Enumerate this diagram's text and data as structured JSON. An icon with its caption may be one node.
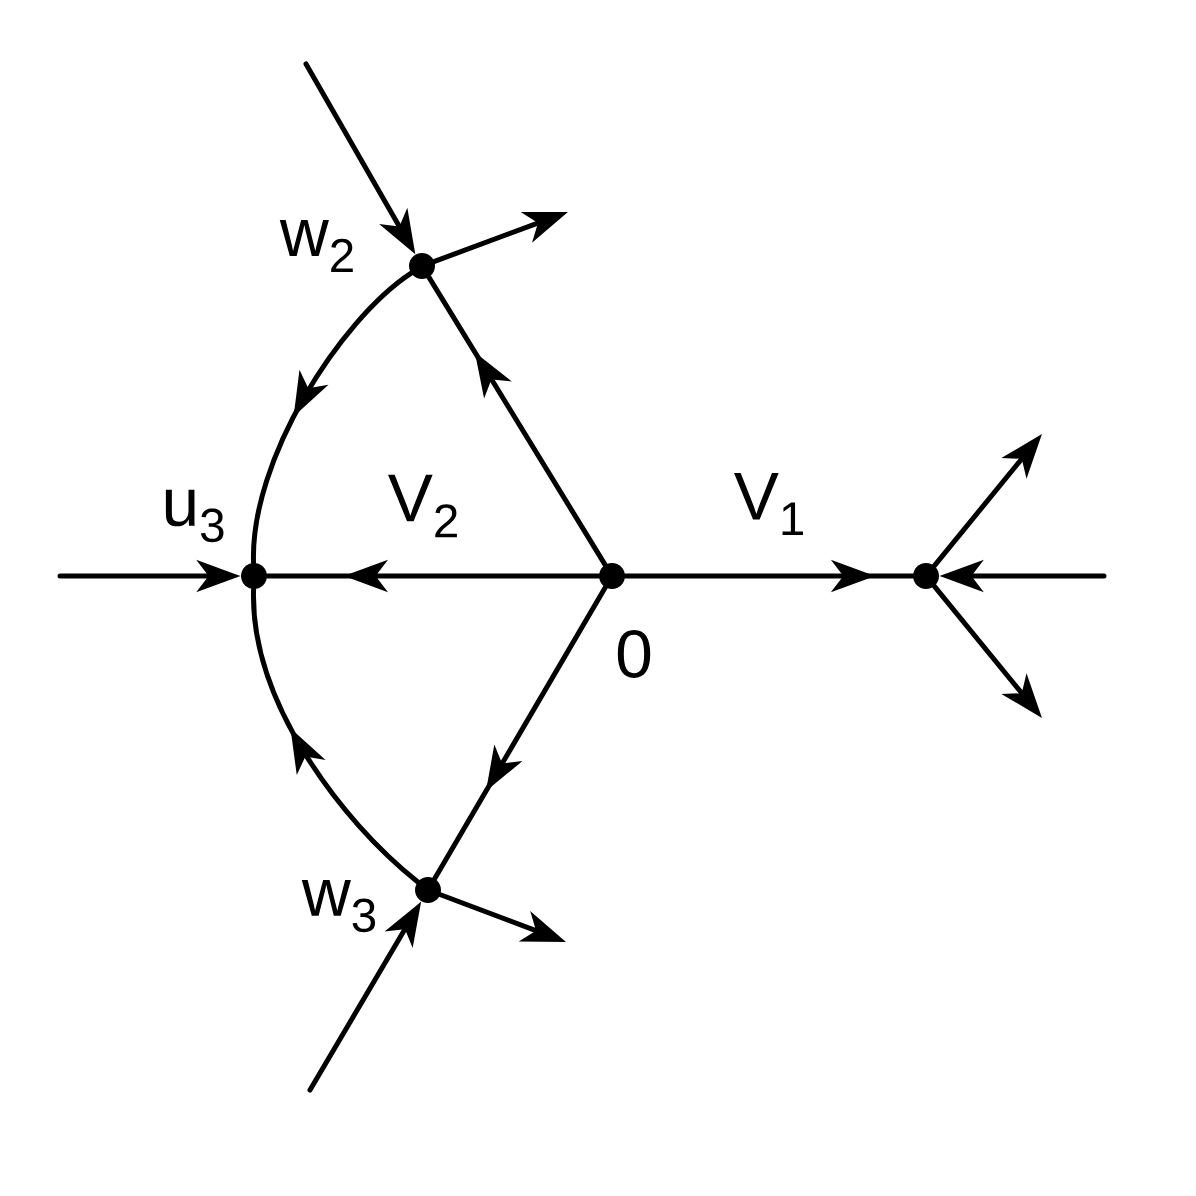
{
  "diagram": {
    "nodes": [
      {
        "text": [],
        "shape": "circle",
        "beside": [
          "w$_{2}$"
        ]
      },
      {
        "text": [],
        "shape": "circle",
        "beside": [
          "u$_{3}$"
        ]
      },
      {
        "text": [],
        "shape": "circle",
        "beside": [
          "0"
        ]
      },
      {
        "text": [],
        "shape": "circle"
      },
      {
        "text": [],
        "shape": "circle",
        "beside": [
          "w$_{3}$"
        ]
      }
    ],
    "edges": [
      {
        "from": null,
        "to": 0,
        "arrow": "to"
      },
      {
        "from": 0,
        "to": null,
        "arrow": "to"
      },
      {
        "from": 0,
        "to": 1,
        "arrow": "to"
      },
      {
        "from": 2,
        "to": 0,
        "arrow": "to"
      },
      {
        "from": null,
        "to": 1,
        "arrow": "to"
      },
      {
        "from": 2,
        "to": 1,
        "arrow": "to",
        "label": "V$_{2}$"
      },
      {
        "from": 2,
        "to": 3,
        "arrow": "to",
        "label": "V$_{1}$"
      },
      {
        "from": null,
        "to": 3,
        "arrow": "to"
      },
      {
        "from": 3,
        "to": null,
        "arrow": "to"
      },
      {
        "from": 3,
        "to": null,
        "arrow": "to"
      },
      {
        "from": 2,
        "to": 4,
        "arrow": "to"
      },
      {
        "from": 4,
        "to": 1,
        "arrow": "to"
      },
      {
        "from": null,
        "to": 4,
        "arrow": "to"
      },
      {
        "from": 4,
        "to": null,
        "arrow": "to"
      }
    ]
  }
}
